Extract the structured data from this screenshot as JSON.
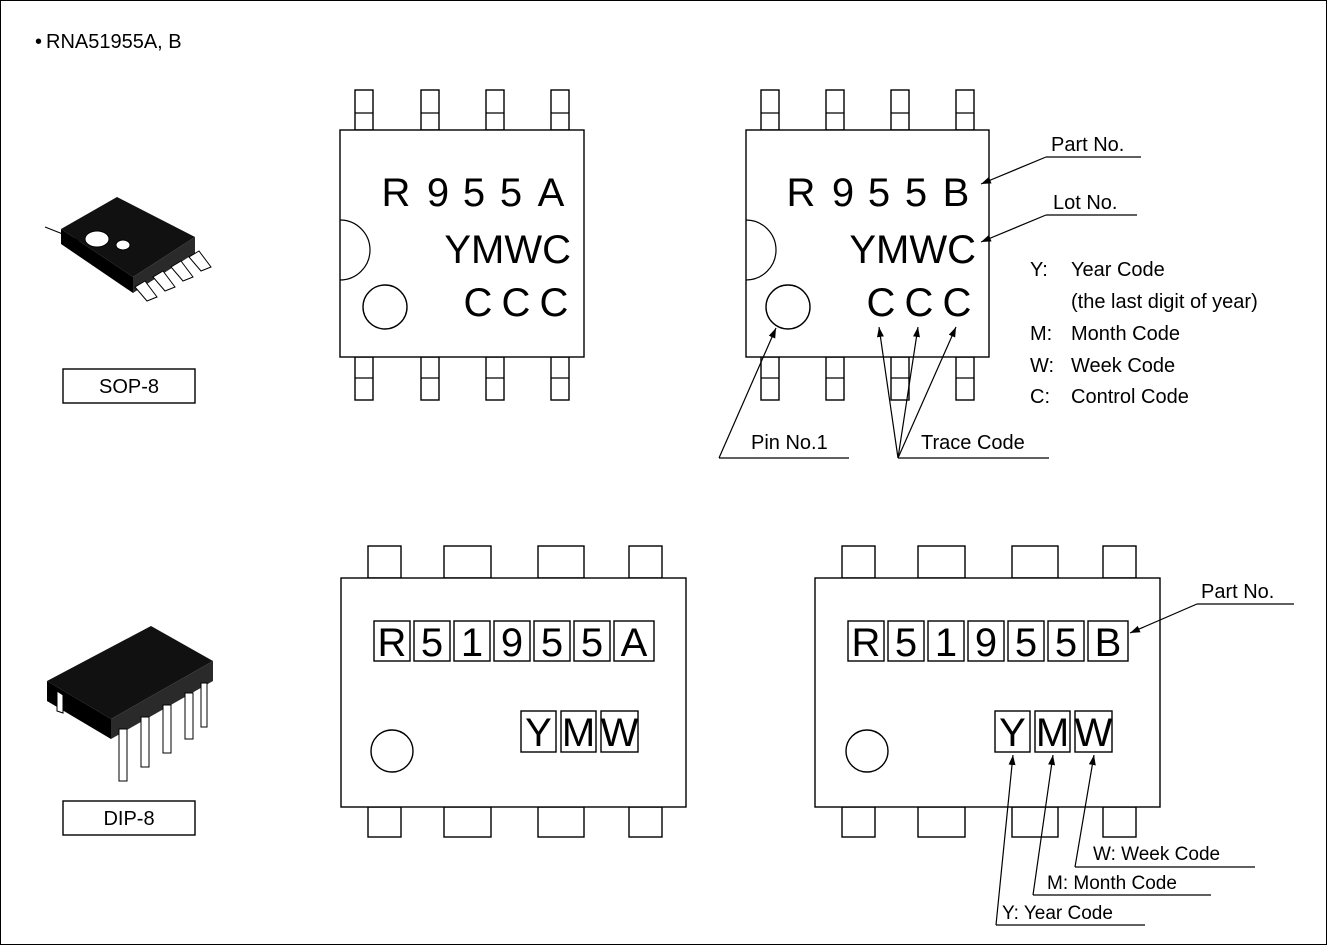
{
  "header": {
    "bullet": "•",
    "title": "RNA51955A, B"
  },
  "packages": {
    "sop": {
      "label": "SOP-8",
      "chip_a": {
        "line1": [
          "R",
          "9",
          "5",
          "5",
          "A"
        ],
        "line2": "YMWC",
        "line3": [
          "C",
          "C",
          "C"
        ]
      },
      "chip_b": {
        "line1": [
          "R",
          "9",
          "5",
          "5",
          "B"
        ],
        "line2": "YMWC",
        "line3": [
          "C",
          "C",
          "C"
        ]
      },
      "callouts": {
        "part_no": "Part No.",
        "lot_no": "Lot No.",
        "pin1": "Pin No.1",
        "trace_code": "Trace Code"
      },
      "legend": [
        {
          "key": "Y:",
          "text": "Year Code"
        },
        {
          "key": "",
          "text": "(the last digit of year)"
        },
        {
          "key": "M:",
          "text": "Month Code"
        },
        {
          "key": "W:",
          "text": "Week Code"
        },
        {
          "key": "C:",
          "text": "Control Code"
        }
      ]
    },
    "dip": {
      "label": "DIP-8",
      "chip_a": {
        "marking": [
          "R",
          "5",
          "1",
          "9",
          "5",
          "5",
          "A"
        ],
        "date": [
          "Y",
          "M",
          "W"
        ]
      },
      "chip_b": {
        "marking": [
          "R",
          "5",
          "1",
          "9",
          "5",
          "5",
          "B"
        ],
        "date": [
          "Y",
          "M",
          "W"
        ]
      },
      "callouts": {
        "part_no": "Part No.",
        "week": "W: Week Code",
        "month": "M: Month Code",
        "year": "Y: Year Code"
      }
    }
  }
}
